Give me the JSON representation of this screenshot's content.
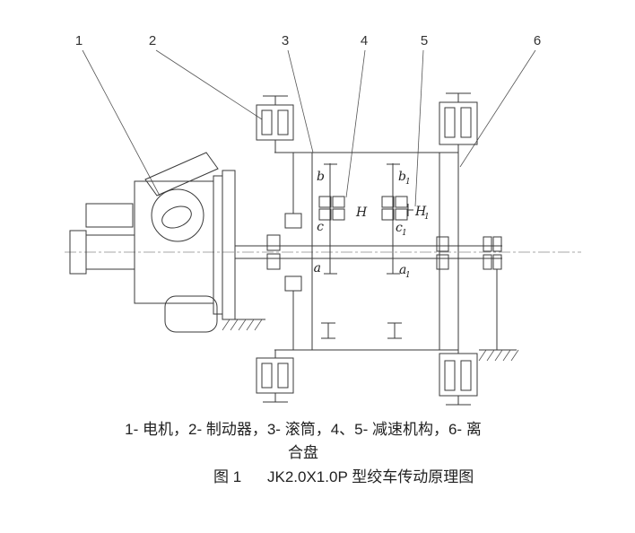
{
  "figure": {
    "part_labels": [
      "1",
      "2",
      "3",
      "4",
      "5",
      "6"
    ],
    "gear_labels": {
      "b": "b",
      "c": "c",
      "a": "a",
      "b1": "b",
      "b1_sub": "1",
      "c1": "c",
      "c1_sub": "1",
      "a1": "a",
      "a1_sub": "1",
      "h": "H",
      "h1": "H",
      "h1_sub": "1"
    },
    "caption": {
      "line1": "1- 电机，2- 制动器，3- 滚筒，4、5- 减速机构，6- 离",
      "line2": "合盘",
      "figure_label": "图 1",
      "figure_title": "JK2.0X1.0P 型绞车传动原理图"
    }
  }
}
